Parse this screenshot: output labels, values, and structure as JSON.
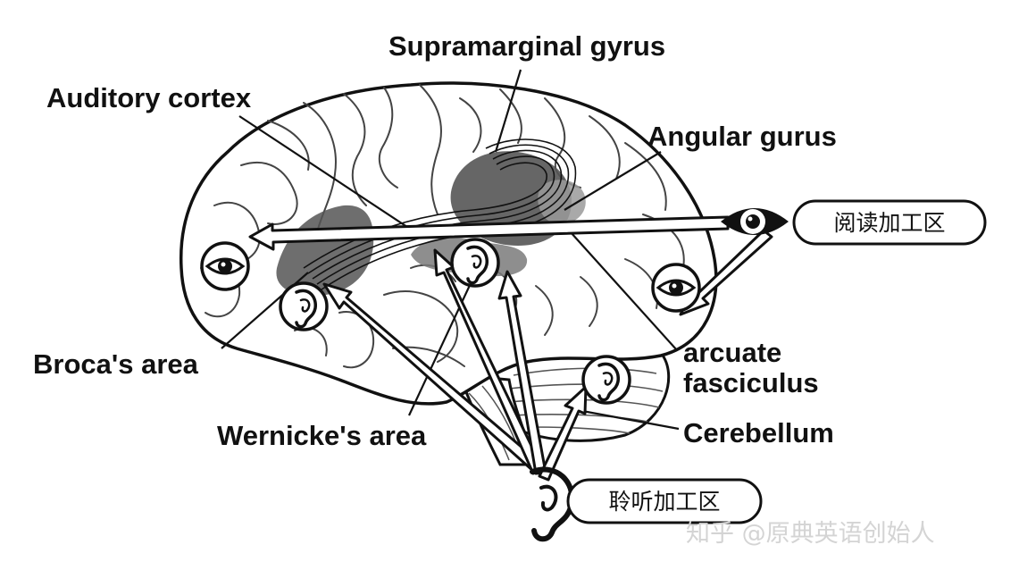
{
  "labels": {
    "supramarginal": "Supramarginal gyrus",
    "auditory": "Auditory cortex",
    "angular": "Angular gurus",
    "broca": "Broca's area",
    "arcuate_1": "arcuate",
    "arcuate_2": "fasciculus",
    "wernicke": "Wernicke's area",
    "cerebellum": "Cerebellum"
  },
  "callouts": {
    "reading": "阅读加工区",
    "listening": "聆听加工区"
  },
  "watermark": "知乎 @原典英语创始人",
  "icons": [
    "eye-icon",
    "ear-icon"
  ],
  "colors": {
    "outline": "#111111",
    "shaded_region": "#555555",
    "light_region": "#9a9a9a",
    "watermark": "#d4d4d4"
  }
}
